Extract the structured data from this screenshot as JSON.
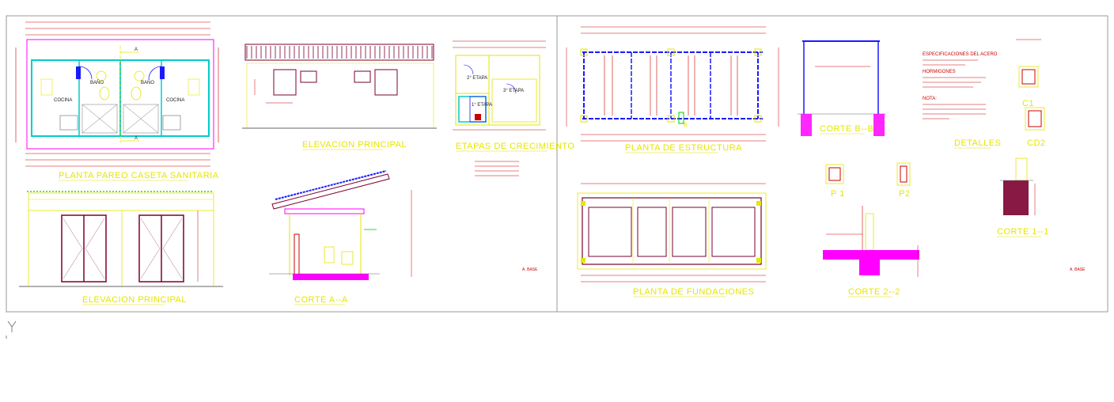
{
  "titles": {
    "planta_pareo": "PLANTA PAREO CASETA SANITARIA",
    "elevacion_principal_1": "ELEVACION PRINCIPAL",
    "elevacion_principal_2": "ELEVACION PRINCIPAL",
    "etapas": "ETAPAS DE CRECIMIENTO",
    "corte_aa": "CORTE A--A",
    "planta_estructura": "PLANTA DE ESTRUCTURA",
    "planta_fundaciones": "PLANTA DE FUNDACIONES",
    "corte_bb": "CORTE B--B",
    "detalles": "DETALLES",
    "corte_11": "CORTE 1--1",
    "corte_22": "CORTE 2--2"
  },
  "room_labels": {
    "cocina_l": "COCINA",
    "cocina_r": "COCINA",
    "bano_l": "BAÑO",
    "bano_r": "BAÑO",
    "etapa_2": "2° ETAPA",
    "etapa_3": "3° ETAPA",
    "etapa_1": "1° ETAPA"
  },
  "detail_labels": {
    "c1": "C1",
    "cd2": "CD2",
    "p1": "P 1",
    "p2": "P2"
  },
  "notes": {
    "especificaciones": "ESPECIFICACIONES DEL ACERO",
    "hormigones": "HORMIGONES",
    "nota": "NOTA:",
    "escala_1": "A. BASE",
    "escala_2": "A. BASE"
  },
  "marks": {
    "section_a_top": "A",
    "section_a_bottom": "A",
    "beam_b": "B"
  },
  "colors": {
    "frame": "#999999",
    "title": "#e6e600",
    "dimension": "#cc0000",
    "wall": "#00cccc",
    "structure": "#1a1aff",
    "magenta": "#ff00ff",
    "green": "#00cc00"
  },
  "ucs_icon": "ucs-y-axis-icon"
}
